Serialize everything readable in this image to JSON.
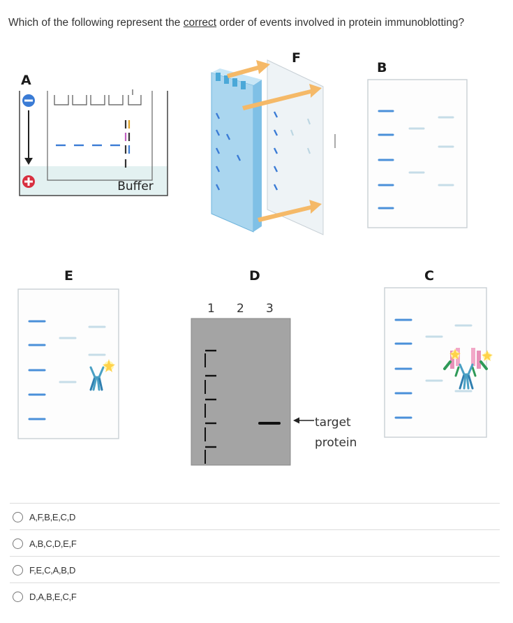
{
  "question": {
    "before": "Which of the following represent the ",
    "emphasis": "correct",
    "after": " order of events involved in protein immunoblotting?"
  },
  "figure": {
    "labels": {
      "a": "A",
      "b": "B",
      "c": "C",
      "d": "D",
      "e": "E",
      "f": "F"
    },
    "buffer_label": "Buffer",
    "lane_numbers": [
      "1",
      "2",
      "3"
    ],
    "target_label_line1": "target",
    "target_label_line2": "protein",
    "colors": {
      "blue_band": "#4a90d9",
      "light_band": "#c6dde8",
      "membrane_blue": "#aad6ef",
      "transfer_arrow": "#f5b968",
      "gel_gray": "#a4a4a4",
      "antibody_blue": "#4aa0c4",
      "antibody_pink": "#e890b8",
      "antibody_green": "#2f9a58"
    }
  },
  "options": [
    {
      "text": "A,F,B,E,C,D"
    },
    {
      "text": "A,B,C,D,E,F"
    },
    {
      "text": "F,E,C,A,B,D"
    },
    {
      "text": "D,A,B,E,C,F"
    }
  ]
}
